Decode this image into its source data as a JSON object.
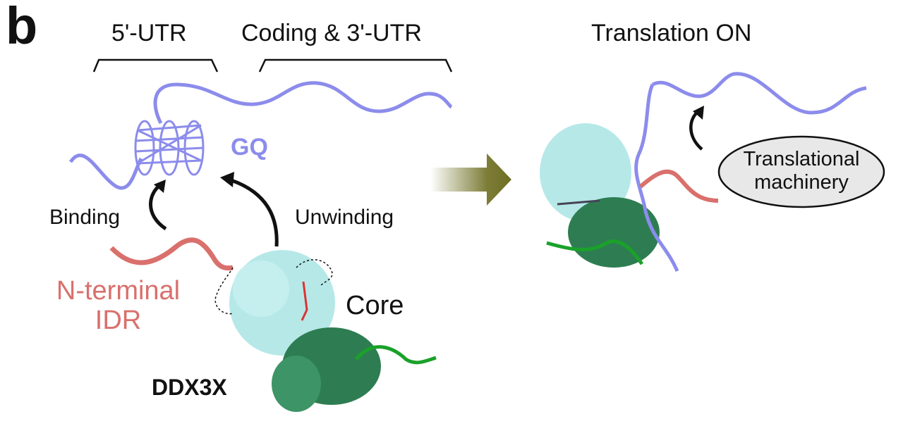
{
  "panel_label": "b",
  "left": {
    "utr5_label": "5'-UTR",
    "coding_label": "Coding & 3'-UTR",
    "gq_label": "GQ",
    "binding_label": "Binding",
    "unwinding_label": "Unwinding",
    "idr_label_line1": "N-terminal",
    "idr_label_line2": "IDR",
    "core_label": "Core",
    "protein_label": "DDX3X"
  },
  "right": {
    "title": "Translation ON",
    "machinery_line1": "Translational",
    "machinery_line2": "machinery"
  },
  "colors": {
    "rna": "#8c8cec",
    "idr": "#d9706c",
    "core_light": "#a9e4e4",
    "core_dark": "#2e7d52",
    "arrow": "#6e6e22"
  }
}
